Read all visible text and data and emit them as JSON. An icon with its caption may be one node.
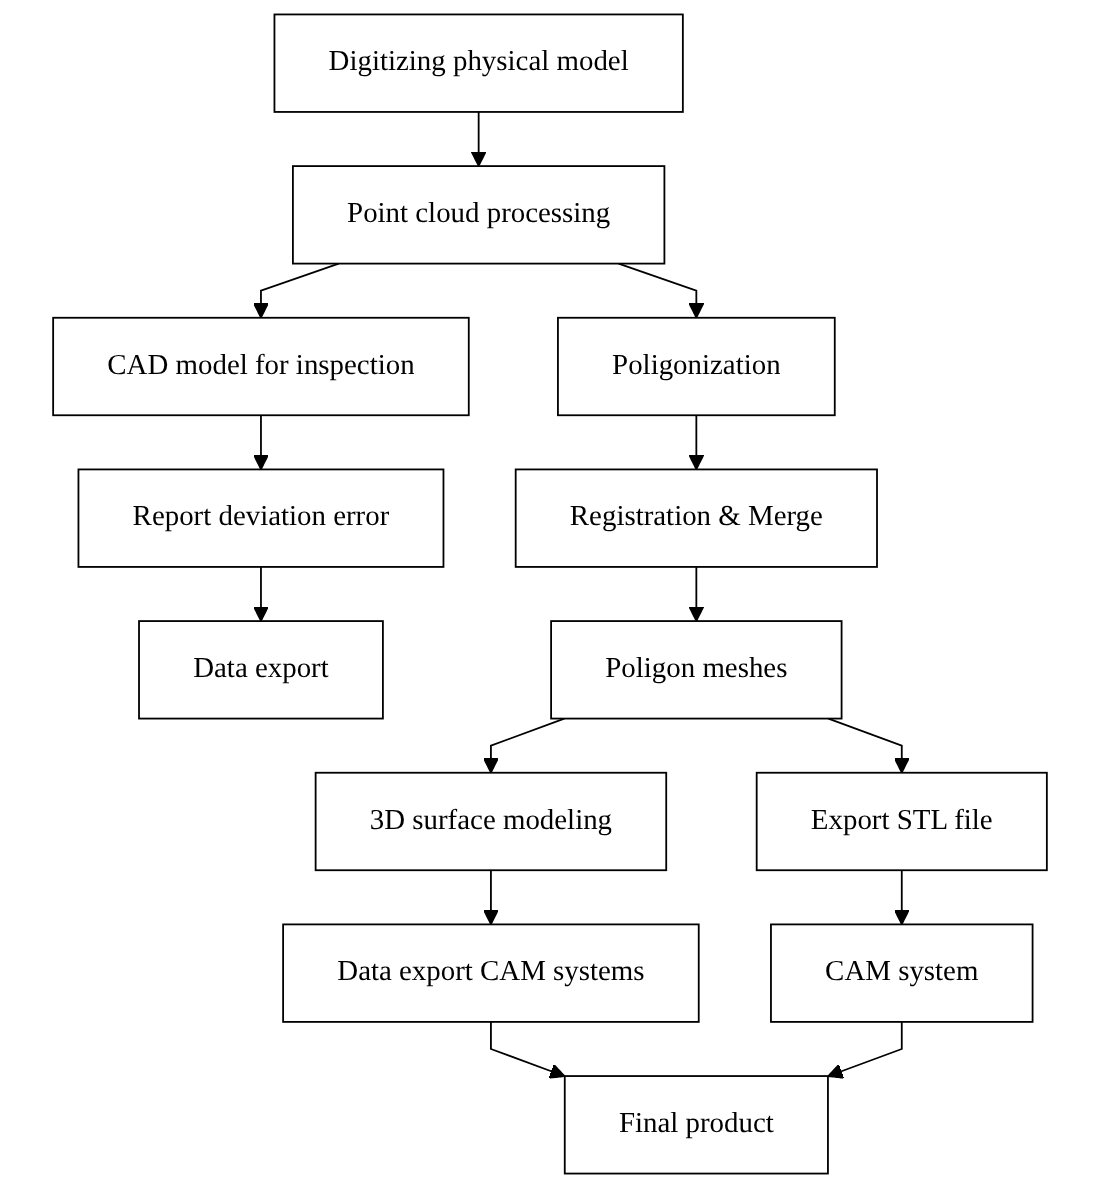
{
  "diagram": {
    "nodes": [
      {
        "text": [
          "Digitizing physical model"
        ]
      },
      {
        "text": [
          "Point cloud processing"
        ]
      },
      {
        "text": [
          "CAD model for inspection"
        ]
      },
      {
        "text": [
          "Report deviation error"
        ]
      },
      {
        "text": [
          "Data export"
        ]
      },
      {
        "text": [
          "Poligonization"
        ]
      },
      {
        "text": [
          "Registration & Merge"
        ]
      },
      {
        "text": [
          "Poligon meshes"
        ]
      },
      {
        "text": [
          "Export STL file"
        ]
      },
      {
        "text": [
          "CAM system"
        ]
      },
      {
        "text": [
          "3D surface modeling"
        ]
      },
      {
        "text": [
          "Data export CAM systems"
        ]
      },
      {
        "text": [
          "Final product"
        ]
      }
    ],
    "edges": [
      {
        "from": 0,
        "to": 1,
        "arrow": "to"
      },
      {
        "from": 1,
        "to": 2,
        "arrow": "to"
      },
      {
        "from": 2,
        "to": 3,
        "arrow": "to"
      },
      {
        "from": 3,
        "to": 4,
        "arrow": "to"
      },
      {
        "from": 1,
        "to": 5,
        "arrow": "to"
      },
      {
        "from": 5,
        "to": 6,
        "arrow": "to"
      },
      {
        "from": 6,
        "to": 7,
        "arrow": "to"
      },
      {
        "from": 7,
        "to": 8,
        "arrow": "to"
      },
      {
        "from": 8,
        "to": 9,
        "arrow": "to"
      },
      {
        "from": 7,
        "to": 10,
        "arrow": "to"
      },
      {
        "from": 10,
        "to": 11,
        "arrow": "to"
      },
      {
        "from": 11,
        "to": 12,
        "arrow": "to"
      },
      {
        "from": 9,
        "to": 12,
        "arrow": "to"
      }
    ]
  }
}
